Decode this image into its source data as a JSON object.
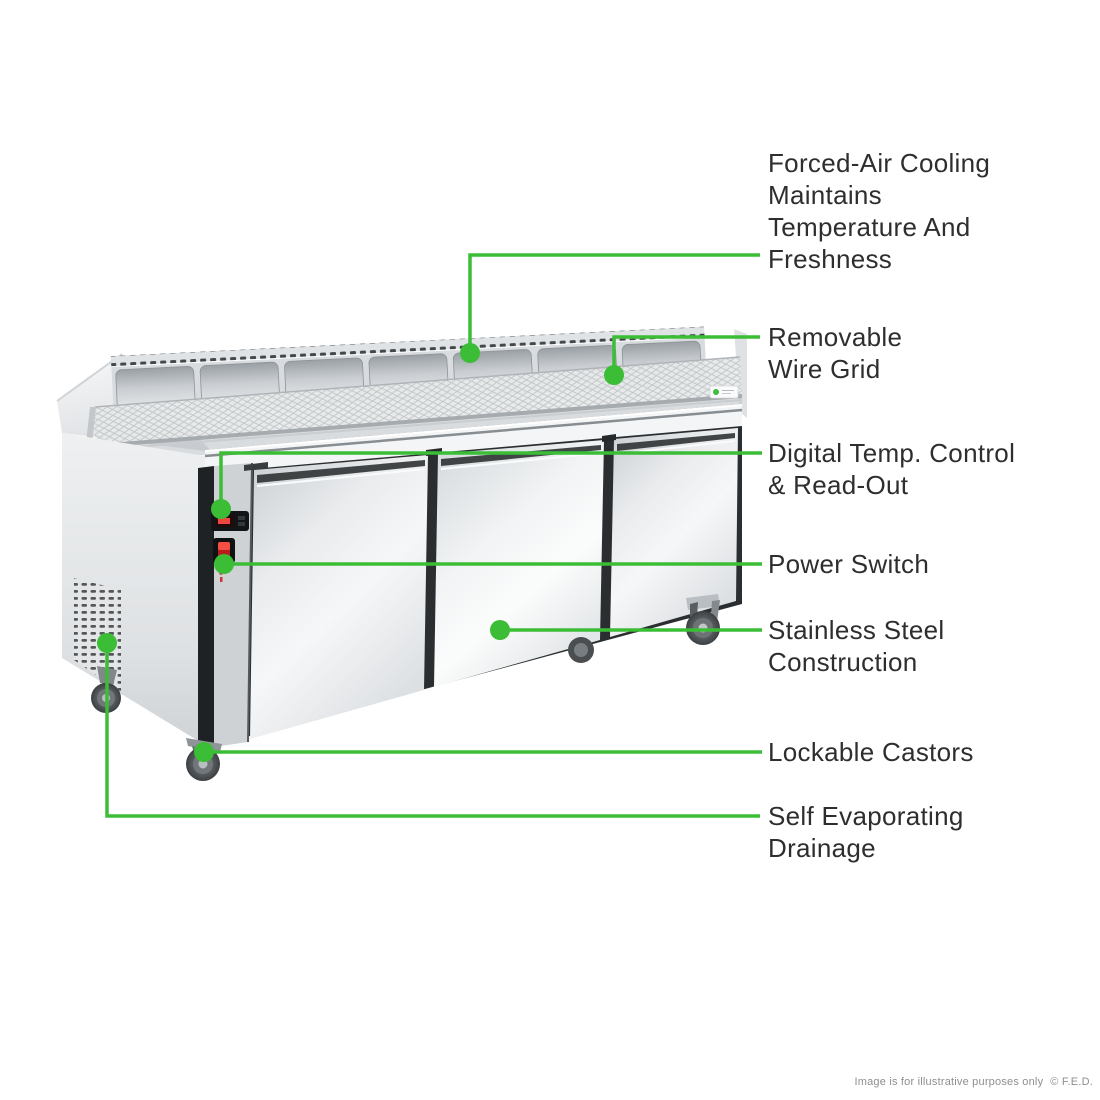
{
  "colors": {
    "accent_green": "#3bbd36",
    "label_text": "#2e2e2e",
    "footer_text": "#8e8e8e"
  },
  "callouts": [
    {
      "id": "forced-air-cooling",
      "label": "Forced-Air Cooling\nMaintains\nTemperature And\nFreshness"
    },
    {
      "id": "removable-wire-grid",
      "label": "Removable\nWire Grid"
    },
    {
      "id": "digital-temp-control",
      "label": "Digital Temp. Control\n& Read-Out"
    },
    {
      "id": "power-switch",
      "label": "Power Switch"
    },
    {
      "id": "stainless-steel",
      "label": "Stainless Steel\nConstruction"
    },
    {
      "id": "lockable-castors",
      "label": "Lockable Castors"
    },
    {
      "id": "self-evaporating-drainage",
      "label": "Self Evaporating\nDrainage"
    }
  ],
  "footer": {
    "note": "Image is for illustrative purposes only",
    "copyright": "© F.E.D."
  }
}
